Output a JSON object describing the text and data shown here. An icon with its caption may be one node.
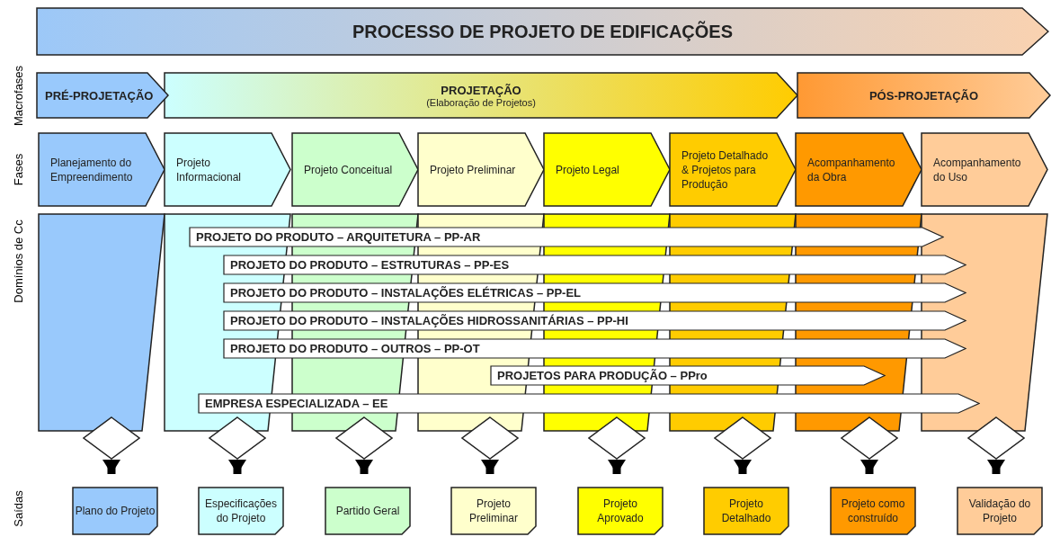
{
  "diagram": {
    "nodes": [
      {
        "text": [
          "PROCESSO DE PROJETO DE EDIFICAÇÕES"
        ]
      },
      {
        "text": [
          "PRÉ-PROJETAÇÃO"
        ]
      },
      {
        "text": [
          "PROJETAÇÃO",
          "(Elaboração de Projetos)"
        ]
      },
      {
        "text": [
          "PÓS-PROJETAÇÃO"
        ]
      },
      {
        "text": [
          "Planejamento do Empreendimento"
        ]
      },
      {
        "text": [
          "Projeto Informacional"
        ]
      },
      {
        "text": [
          "Projeto Conceitual"
        ]
      },
      {
        "text": [
          "Projeto Preliminar"
        ]
      },
      {
        "text": [
          "Projeto Legal"
        ]
      },
      {
        "text": [
          "Projeto Detalhado & Projetos para Produção"
        ]
      },
      {
        "text": [
          "Acompanhamento da Obra"
        ]
      },
      {
        "text": [
          "Acompanhamento do Uso"
        ]
      },
      {
        "text": [],
        "shape": "box"
      },
      {
        "text": [],
        "shape": "box"
      },
      {
        "text": [],
        "shape": "box"
      },
      {
        "text": [],
        "shape": "box"
      },
      {
        "text": [],
        "shape": "box"
      },
      {
        "text": [],
        "shape": "box"
      },
      {
        "text": [],
        "shape": "box"
      },
      {
        "text": [],
        "shape": "box"
      },
      {
        "text": [
          "PROJETO DO PRODUTO – ARQUITETURA – PP-AR"
        ]
      },
      {
        "text": [
          "PROJETO DO PRODUTO – ESTRUTURAS – PP-ES"
        ]
      },
      {
        "text": [
          "PROJETO DO PRODUTO – INSTALAÇÕES ELÉTRICAS – PP-EL"
        ]
      },
      {
        "text": [
          "PROJETO DO PRODUTO – INSTALAÇÕES HIDROSSANITÁRIAS – PP-HI"
        ]
      },
      {
        "text": [
          "PROJETO DO PRODUTO – OUTROS – PP-OT"
        ]
      },
      {
        "text": [
          "PROJETOS PARA PRODUÇÃO – PPro"
        ]
      },
      {
        "text": [
          "EMPRESA ESPECIALIZADA – EE"
        ]
      },
      {
        "text": [],
        "shape": "diamond"
      },
      {
        "text": [],
        "shape": "diamond"
      },
      {
        "text": [],
        "shape": "diamond"
      },
      {
        "text": [],
        "shape": "diamond"
      },
      {
        "text": [],
        "shape": "diamond"
      },
      {
        "text": [],
        "shape": "diamond"
      },
      {
        "text": [],
        "shape": "diamond"
      },
      {
        "text": [],
        "shape": "diamond"
      },
      {
        "text": [
          "Plano do Projeto"
        ]
      },
      {
        "text": [
          "Especificações do Projeto"
        ]
      },
      {
        "text": [
          "Partido Geral"
        ]
      },
      {
        "text": [
          "Projeto Preliminar"
        ]
      },
      {
        "text": [
          "Projeto Aprovado"
        ]
      },
      {
        "text": [
          "Projeto Detalhado"
        ]
      },
      {
        "text": [
          "Projeto como construído"
        ]
      },
      {
        "text": [
          "Validação do Projeto"
        ]
      }
    ],
    "edges": [
      {
        "from": 27,
        "to": 35,
        "arrow": "to"
      },
      {
        "from": 28,
        "to": 36,
        "arrow": "to"
      },
      {
        "from": 29,
        "to": 37,
        "arrow": "to"
      },
      {
        "from": 30,
        "to": 38,
        "arrow": "to"
      },
      {
        "from": 31,
        "to": 39,
        "arrow": "to"
      },
      {
        "from": 32,
        "to": 40,
        "arrow": "to"
      },
      {
        "from": 33,
        "to": 41,
        "arrow": "to"
      },
      {
        "from": 34,
        "to": 42,
        "arrow": "to"
      }
    ],
    "labels": [
      "Macrofases",
      "Fases",
      "Domínios de Cc",
      "Saídas"
    ]
  }
}
